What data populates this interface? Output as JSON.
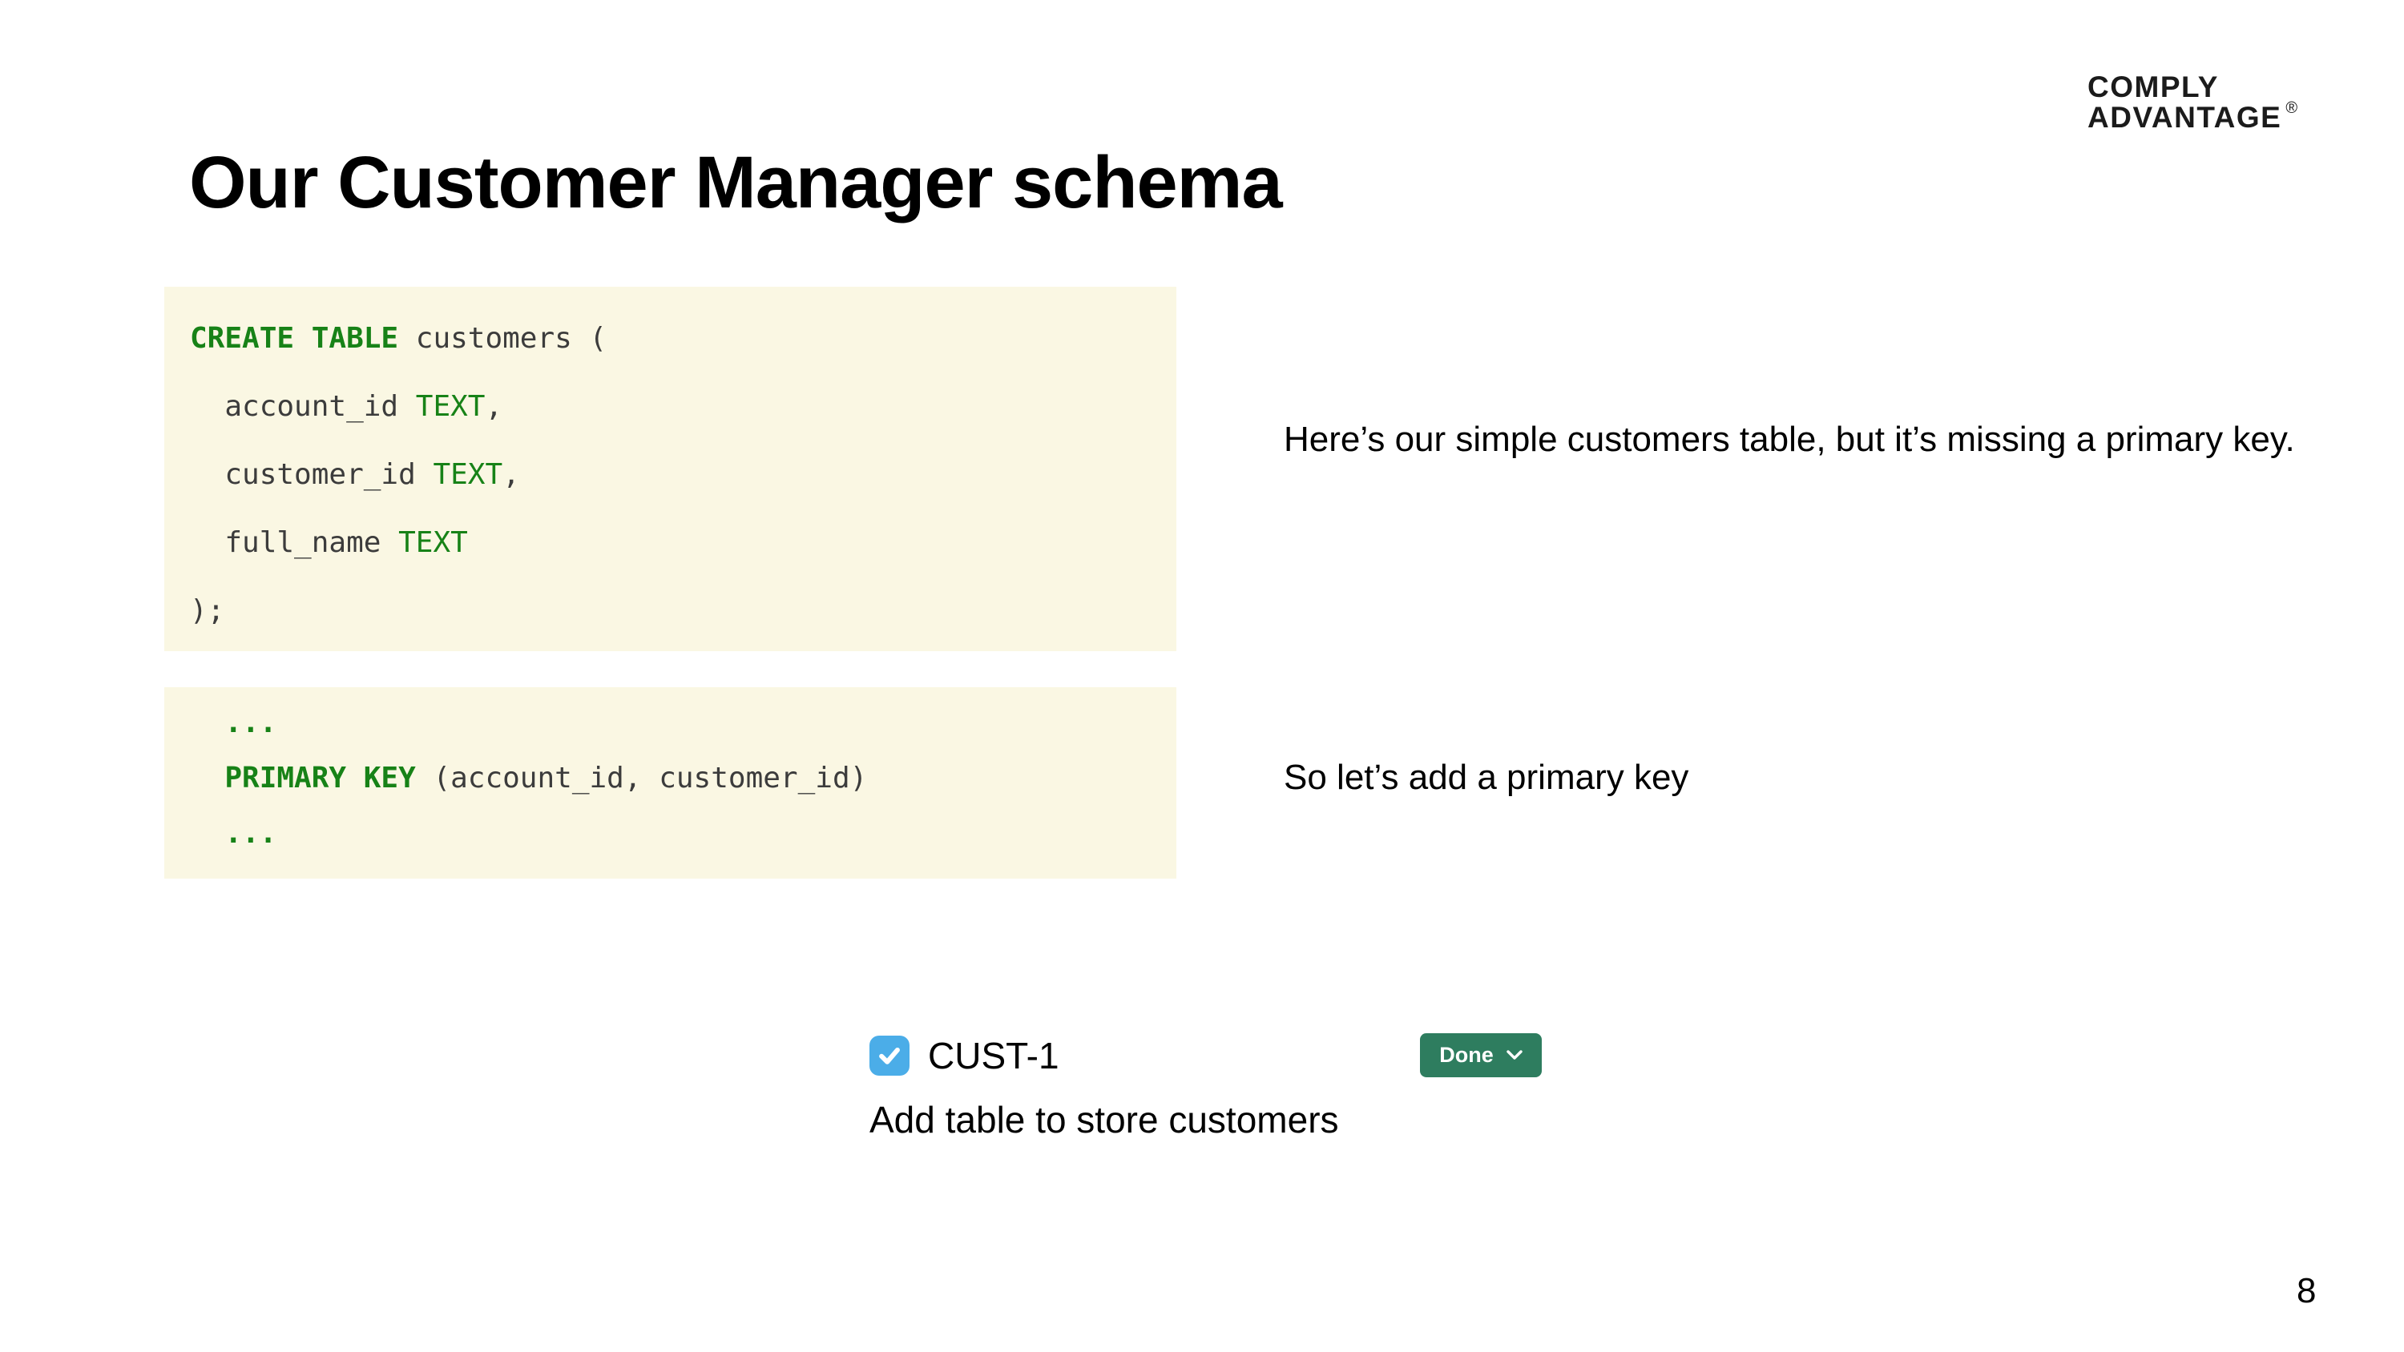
{
  "logo": {
    "line1": "COMPLY",
    "line2": "ADVANTAGE",
    "registered_mark": "®"
  },
  "slide": {
    "title": "Our Customer Manager schema",
    "page_number": "8"
  },
  "code_block_1": {
    "lines": [
      {
        "segments": [
          {
            "text": "CREATE TABLE",
            "style": "keyword"
          },
          {
            "text": " customers (",
            "style": "plain"
          }
        ]
      },
      {
        "segments": [
          {
            "text": "  account_id ",
            "style": "plain"
          },
          {
            "text": "TEXT",
            "style": "type"
          },
          {
            "text": ",",
            "style": "plain"
          }
        ]
      },
      {
        "segments": [
          {
            "text": "  customer_id ",
            "style": "plain"
          },
          {
            "text": "TEXT",
            "style": "type"
          },
          {
            "text": ",",
            "style": "plain"
          }
        ]
      },
      {
        "segments": [
          {
            "text": "  full_name ",
            "style": "plain"
          },
          {
            "text": "TEXT",
            "style": "type"
          }
        ]
      },
      {
        "segments": [
          {
            "text": ");",
            "style": "plain"
          }
        ]
      }
    ]
  },
  "code_block_2": {
    "lines": [
      {
        "segments": [
          {
            "text": "  ...",
            "style": "keyword"
          }
        ]
      },
      {
        "segments": [
          {
            "text": "  PRIMARY KEY",
            "style": "keyword"
          },
          {
            "text": " (account_id, customer_id)",
            "style": "plain"
          }
        ]
      },
      {
        "segments": [
          {
            "text": "  ...",
            "style": "keyword"
          }
        ]
      }
    ]
  },
  "notes": {
    "missing_primary_key": "Here’s our simple customers table, but it’s missing a primary key.",
    "add_primary_key": "So let’s add a primary key"
  },
  "ticket": {
    "key": "CUST-1",
    "summary": "Add table to store customers",
    "status_label": "Done",
    "checkbox_checked": true
  },
  "colors": {
    "code_background": "#FAF7E3",
    "sql_keyword_green": "#178217",
    "code_text_gray": "#3C3C3C",
    "checkbox_blue": "#4BADE8",
    "done_button_green": "#2E7D5F"
  }
}
